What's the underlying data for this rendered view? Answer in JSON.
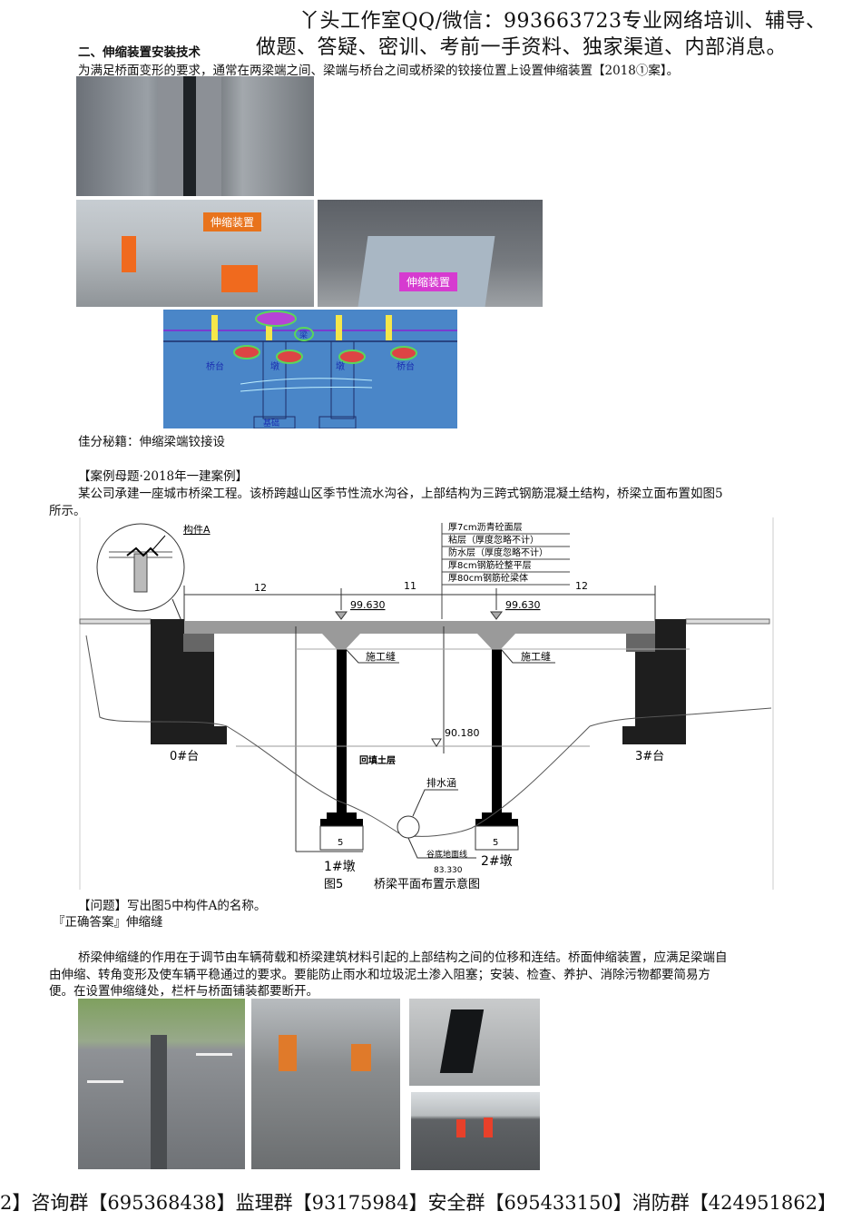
{
  "watermark": {
    "line1": "丫头工作室QQ/微信：993663723专业网络培训、辅导、",
    "line2": "做题、答疑、密训、考前一手资料、独家渠道、内部消息。"
  },
  "section": {
    "title": "二、伸缩装置安装技术",
    "intro": "为满足桥面变形的要求，通常在两梁端之间、梁端与桥台之间或桥梁的铰接位置上设置伸缩装置【2018①案】。"
  },
  "photos_top": {
    "tag1": "伸缩装置",
    "tag2": "伸缩装置"
  },
  "blue_diagram": {
    "labels": [
      "桥台",
      "墩",
      "墩",
      "桥台",
      "梁",
      "基础"
    ]
  },
  "tip": "佳分秘籍：伸缩梁端铰接设",
  "case": {
    "title": "【案例母题·2018年一建案例】",
    "text1": "某公司承建一座城市桥梁工程。该桥跨越山区季节性流水沟谷，上部结构为三跨式钢筋混凝土结构，桥梁立面布置如图5",
    "text2": "所示。"
  },
  "figure": {
    "component_label": "构件A",
    "layers": [
      "厚7cm沥青砼面层",
      "粘层（厚度忽略不计）",
      "防水层（厚度忽略不计）",
      "厚8cm钢筋砼整平层",
      "厚80cm钢筋砼梁体"
    ],
    "spans": [
      "12",
      "11",
      "12"
    ],
    "elev_pier1": "99.630",
    "elev_pier2": "99.630",
    "construction_joint": "施工缝",
    "water_level": "90.180",
    "backfill": "回填土层",
    "culvert": "排水涵",
    "valley_line": "谷底地面线",
    "valley_elev": "83.330",
    "footing": "5",
    "abutment0": "0#台",
    "abutment3": "3#台",
    "pier1": "1#墩",
    "pier2": "2#墩",
    "fig_no": "图5",
    "caption": "桥梁平面布置示意图"
  },
  "question": "【问题】写出图5中构件A的名称。",
  "answer": "『正确答案』伸缩缝",
  "para": {
    "line1": "桥梁伸缩缝的作用在于调节由车辆荷载和桥梁建筑材料引起的上部结构之间的位移和连结。桥面伸缩装置，应满足梁端自",
    "line2": "由伸缩、转角变形及使车辆平稳通过的要求。要能防止雨水和垃圾泥土渗入阻塞；安装、检查、养护、消除污物都要简易方",
    "line3": "便。在设置伸缩缝处，栏杆与桥面铺装都要断开。"
  },
  "footer": "2】咨询群【695368438】监理群【93175984】安全群【695433150】消防群【424951862】",
  "colors": {
    "tag": "#e8731c",
    "blue_diagram": "#4a86c8",
    "diagram_gray": "#9a9a9a"
  }
}
